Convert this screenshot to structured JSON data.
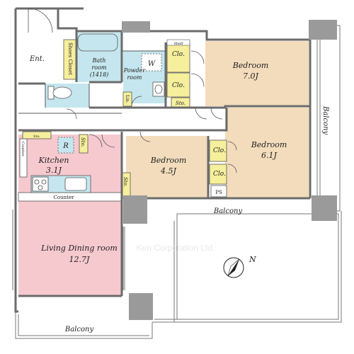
{
  "rooms": {
    "entrance": "Ent.",
    "shoes_closet": "Shoes Closet",
    "bath_l1": "Bath",
    "bath_l2": "room",
    "bath_l3": "(1418)",
    "powder_l1": "Powder",
    "powder_l2": "room",
    "washer": "W",
    "shelf": "Shelf",
    "linen": "Lin.",
    "bed1_name": "Bedroom",
    "bed1_size": "7.0J",
    "bed2_name": "Bedroom",
    "bed2_size": "6.1J",
    "bed3_name": "Bedroom",
    "bed3_size": "4.5J",
    "kitchen_name": "Kitchen",
    "kitchen_size": "3.1J",
    "fridge": "R",
    "counter_side": "Counter",
    "counter_bottom": "Counter",
    "ldk_name": "Living Dining room",
    "ldk_size": "12.7J",
    "ps": "PS",
    "clo1": "Clo.",
    "clo2": "Clo.",
    "clo3": "Clo.",
    "clo4": "Clo.",
    "sto1": "Sto.",
    "sto2": "Sto.",
    "sto3": "Sto.",
    "sto4": "Sto."
  },
  "balconies": {
    "right": "Balcony",
    "middle": "Balcony",
    "bottom": "Balcony"
  },
  "watermark": "Ken Corporation Ltd.",
  "compass_label": "N",
  "colors": {
    "bedroom": "#f3dcbc",
    "living": "#f6c9cf",
    "wet": "#c5e6ee",
    "storage": "#f6ef9c",
    "kitchen": "#c5e6ee",
    "wall": "#6b6b6b",
    "grey_block": "#9a9a9a"
  }
}
